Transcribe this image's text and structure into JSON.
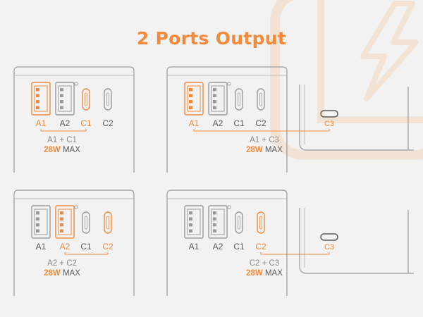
{
  "title": "2 Ports Output",
  "colors": {
    "accent": "#f08a3c",
    "background": "#f2f2f2",
    "outline": "#9a9a9a",
    "text": "#5a5a5a"
  },
  "panels": [
    {
      "ports": [
        "A1",
        "A2",
        "C1",
        "C2"
      ],
      "combo": "A1 + C1",
      "power": "28W",
      "max": "MAX",
      "active": [
        "A1",
        "C1"
      ]
    },
    {
      "ports": [
        "A1",
        "A2",
        "C1",
        "C2",
        "C3"
      ],
      "combo": "A1 + C3",
      "power": "28W",
      "max": "MAX",
      "active": [
        "A1",
        "C3"
      ]
    },
    {
      "ports": [
        "A1",
        "A2",
        "C1",
        "C2"
      ],
      "combo": "A2 + C2",
      "power": "28W",
      "max": "MAX",
      "active": [
        "A2",
        "C2"
      ]
    },
    {
      "ports": [
        "A1",
        "A2",
        "C1",
        "C2",
        "C3"
      ],
      "combo": "C2 + C3",
      "power": "28W",
      "max": "MAX",
      "active": [
        "C2",
        "C3"
      ]
    }
  ]
}
